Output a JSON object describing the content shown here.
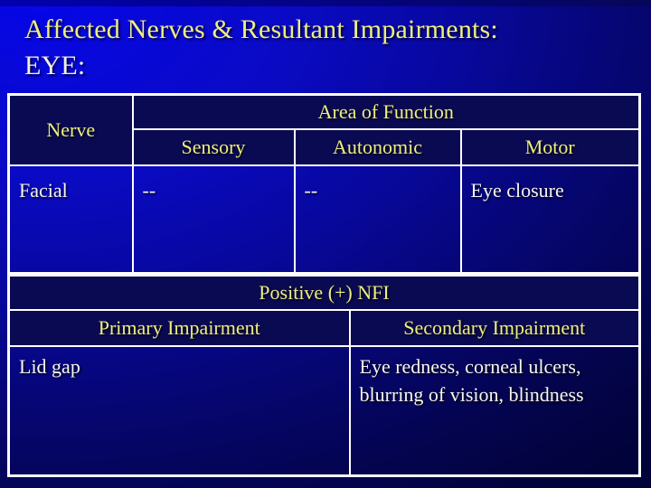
{
  "slide": {
    "title_line1": "Affected Nerves & Resultant Impairments:",
    "title_line2": "EYE:"
  },
  "colors": {
    "background_top_left": "#0606e8",
    "background_bottom_right": "#02023a",
    "table_header_fill": "#0a0a52",
    "header_text_yellow": "#eeee82",
    "body_text_white": "#f6f6f0",
    "table_border": "#ffffff"
  },
  "nerve_table": {
    "corner_header": "Nerve",
    "group_header": "Area of Function",
    "columns": [
      "Sensory",
      "Autonomic",
      "Motor"
    ],
    "rows": [
      {
        "nerve": "Facial",
        "sensory": "--",
        "autonomic": "--",
        "motor": "Eye closure"
      }
    ]
  },
  "nfi_table": {
    "title": "Positive (+) NFI",
    "columns": [
      "Primary Impairment",
      "Secondary Impairment"
    ],
    "rows": [
      {
        "primary": "Lid gap",
        "secondary": "Eye redness, corneal ulcers, blurring of vision, blindness"
      }
    ]
  }
}
